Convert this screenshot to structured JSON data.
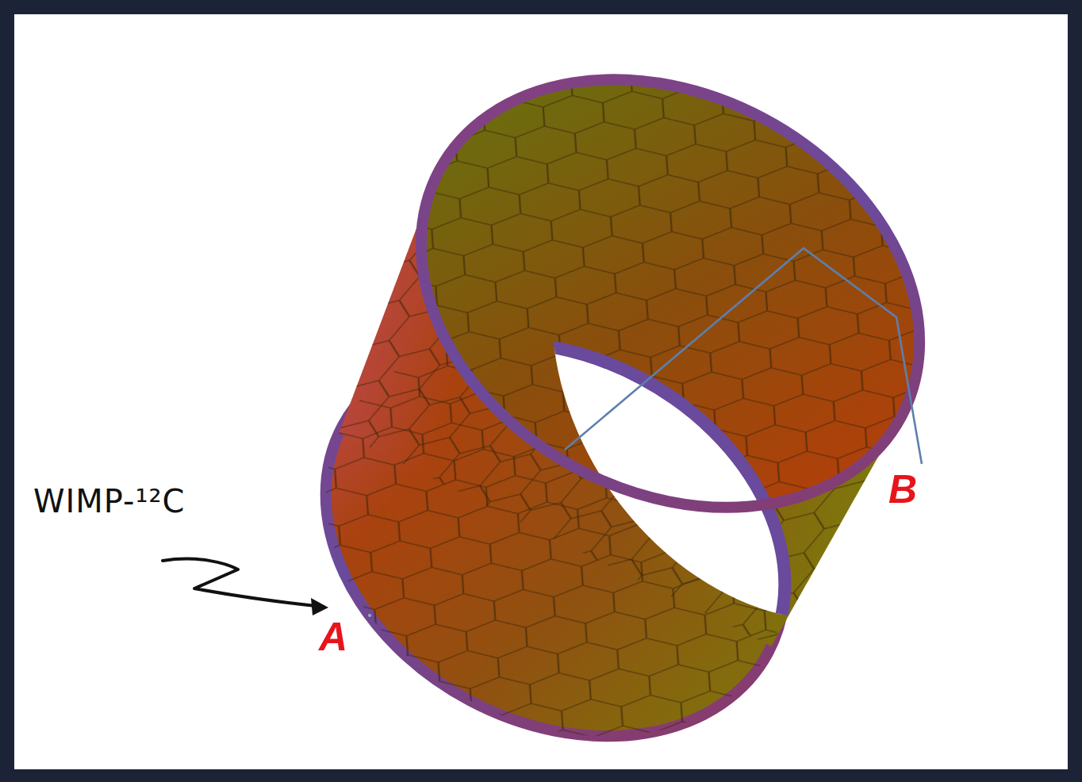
{
  "diagram": {
    "labels": [
      "WIMP-¹²C",
      "A",
      "B"
    ]
  }
}
